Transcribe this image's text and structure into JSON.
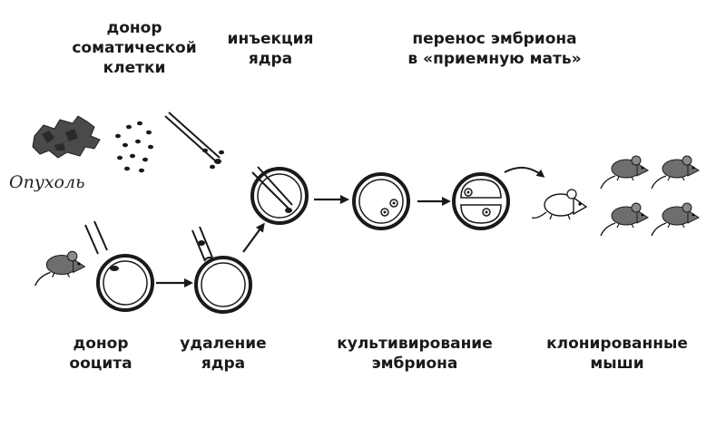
{
  "labels": {
    "somatic_donor": [
      "донор",
      "соматической",
      "клетки"
    ],
    "nucleus_injection": [
      "инъекция",
      "ядра"
    ],
    "embryo_transfer": [
      "перенос эмбриона",
      "в «приемную мать»"
    ],
    "tumor": "Опухоль",
    "oocyte_donor": [
      "донор",
      "ооцита"
    ],
    "enucleation": [
      "удаление",
      "ядра"
    ],
    "embryo_culture": [
      "культивирование",
      "эмбриона"
    ],
    "cloned_mice": [
      "клонированные",
      "мыши"
    ]
  },
  "colors": {
    "ink": "#1a1a1a",
    "tumor": "#4a4a4a",
    "mouse_grey": "#6e6e6e",
    "mouse_white": "#ffffff"
  }
}
